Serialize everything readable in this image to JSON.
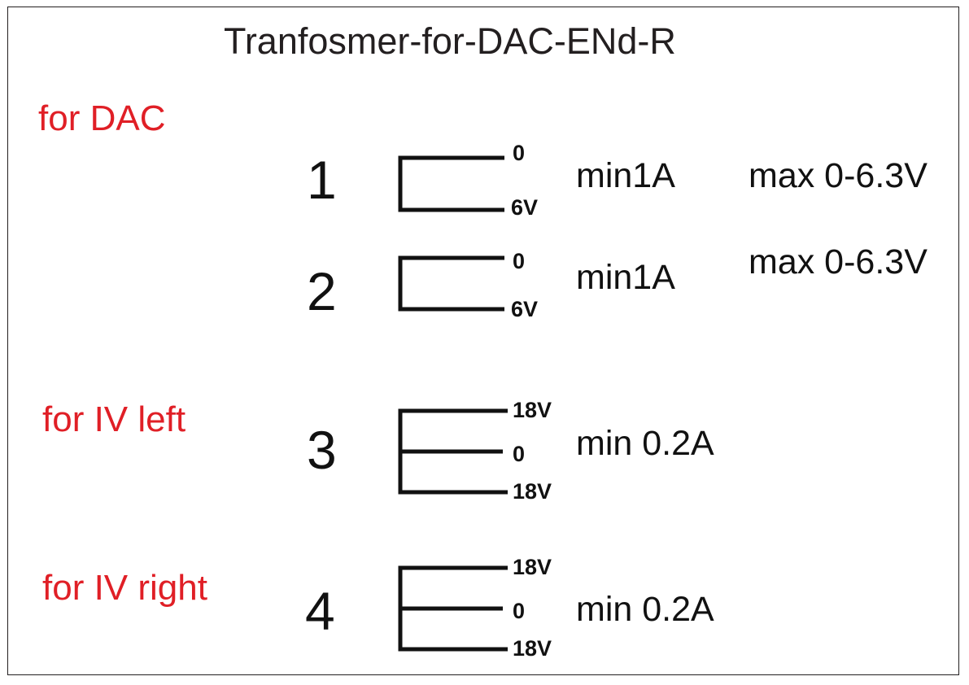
{
  "title": "Tranfosmer-for-DAC-ENd-R",
  "colors": {
    "section_label": "#e01f26",
    "ink": "#111111",
    "frame": "#231f20"
  },
  "sections": {
    "dac": "for DAC",
    "iv_left": "for IV left",
    "iv_right": "for IV right"
  },
  "windings": [
    {
      "number": "1",
      "terminals": [
        "0",
        "6V"
      ],
      "current": "min1A",
      "voltage": "max 0-6.3V"
    },
    {
      "number": "2",
      "terminals": [
        "0",
        "6V"
      ],
      "current": "min1A",
      "voltage": "max 0-6.3V"
    },
    {
      "number": "3",
      "terminals": [
        "18V",
        "0",
        "18V"
      ],
      "current": "min 0.2A"
    },
    {
      "number": "4",
      "terminals": [
        "18V",
        "0",
        "18V"
      ],
      "current": "min 0.2A"
    }
  ]
}
